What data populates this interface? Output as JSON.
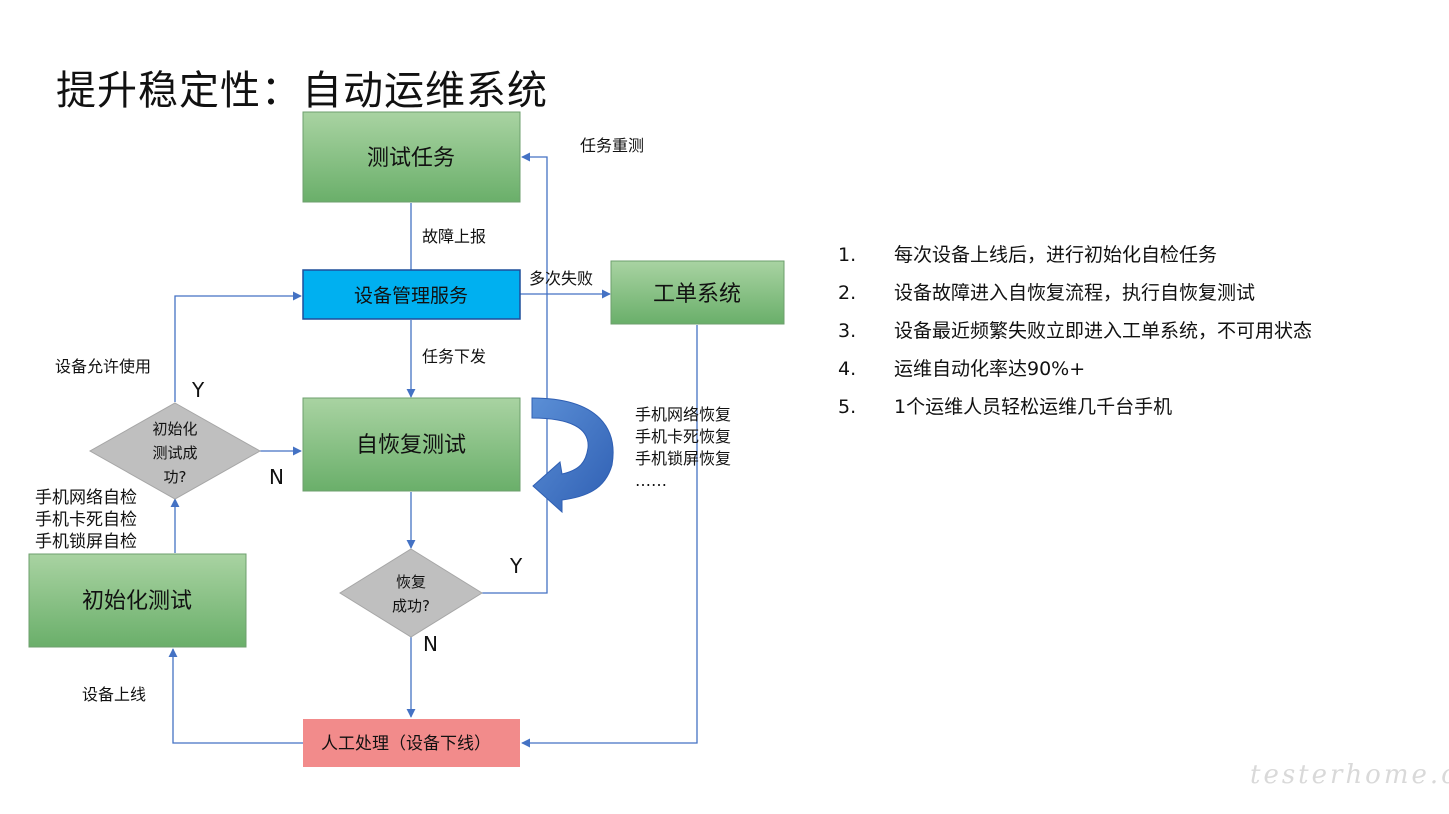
{
  "title": "提升稳定性：自动运维系统",
  "nodes": {
    "test_task": "测试任务",
    "device_mgmt": "设备管理服务",
    "ticket_system": "工单系统",
    "self_recovery": "自恢复测试",
    "init_test": "初始化测试",
    "manual": "人工处理（设备下线）",
    "init_success_line1": "初始化",
    "init_success_line2": "测试成",
    "init_success_line3": "功?",
    "recover_success_line1": "恢复",
    "recover_success_line2": "成功?"
  },
  "labels": {
    "fault_report": "故障上报",
    "retest": "任务重测",
    "multi_fail": "多次失败",
    "dispatch": "任务下发",
    "allow_use": "设备允许使用",
    "device_online": "设备上线",
    "y_init": "Y",
    "n_init": "N",
    "y_recover": "Y",
    "n_recover": "N"
  },
  "recovery_items": [
    "手机网络恢复",
    "手机卡死恢复",
    "手机锁屏恢复",
    "……"
  ],
  "selfcheck_items": [
    "手机网络自检",
    "手机卡死自检",
    "手机锁屏自检"
  ],
  "points": [
    {
      "num": "1.",
      "text": "每次设备上线后，进行初始化自检任务"
    },
    {
      "num": "2.",
      "text": "设备故障进入自恢复流程，执行自恢复测试"
    },
    {
      "num": "3.",
      "text": "设备最近频繁失败立即进入工单系统，不可用状态"
    },
    {
      "num": "4.",
      "text": "运维自动化率达90%+"
    },
    {
      "num": "5.",
      "text": "1个运维人员轻松运维几千台手机"
    }
  ],
  "watermark": "testerhome.com",
  "colors": {
    "green_top": "#a9d3a2",
    "green_bottom": "#6aaf6a",
    "blue_box": "#00b0f0",
    "pink_box": "#f28b8b",
    "diamond": "#bfbfbf",
    "arrow": "#4472c4"
  }
}
